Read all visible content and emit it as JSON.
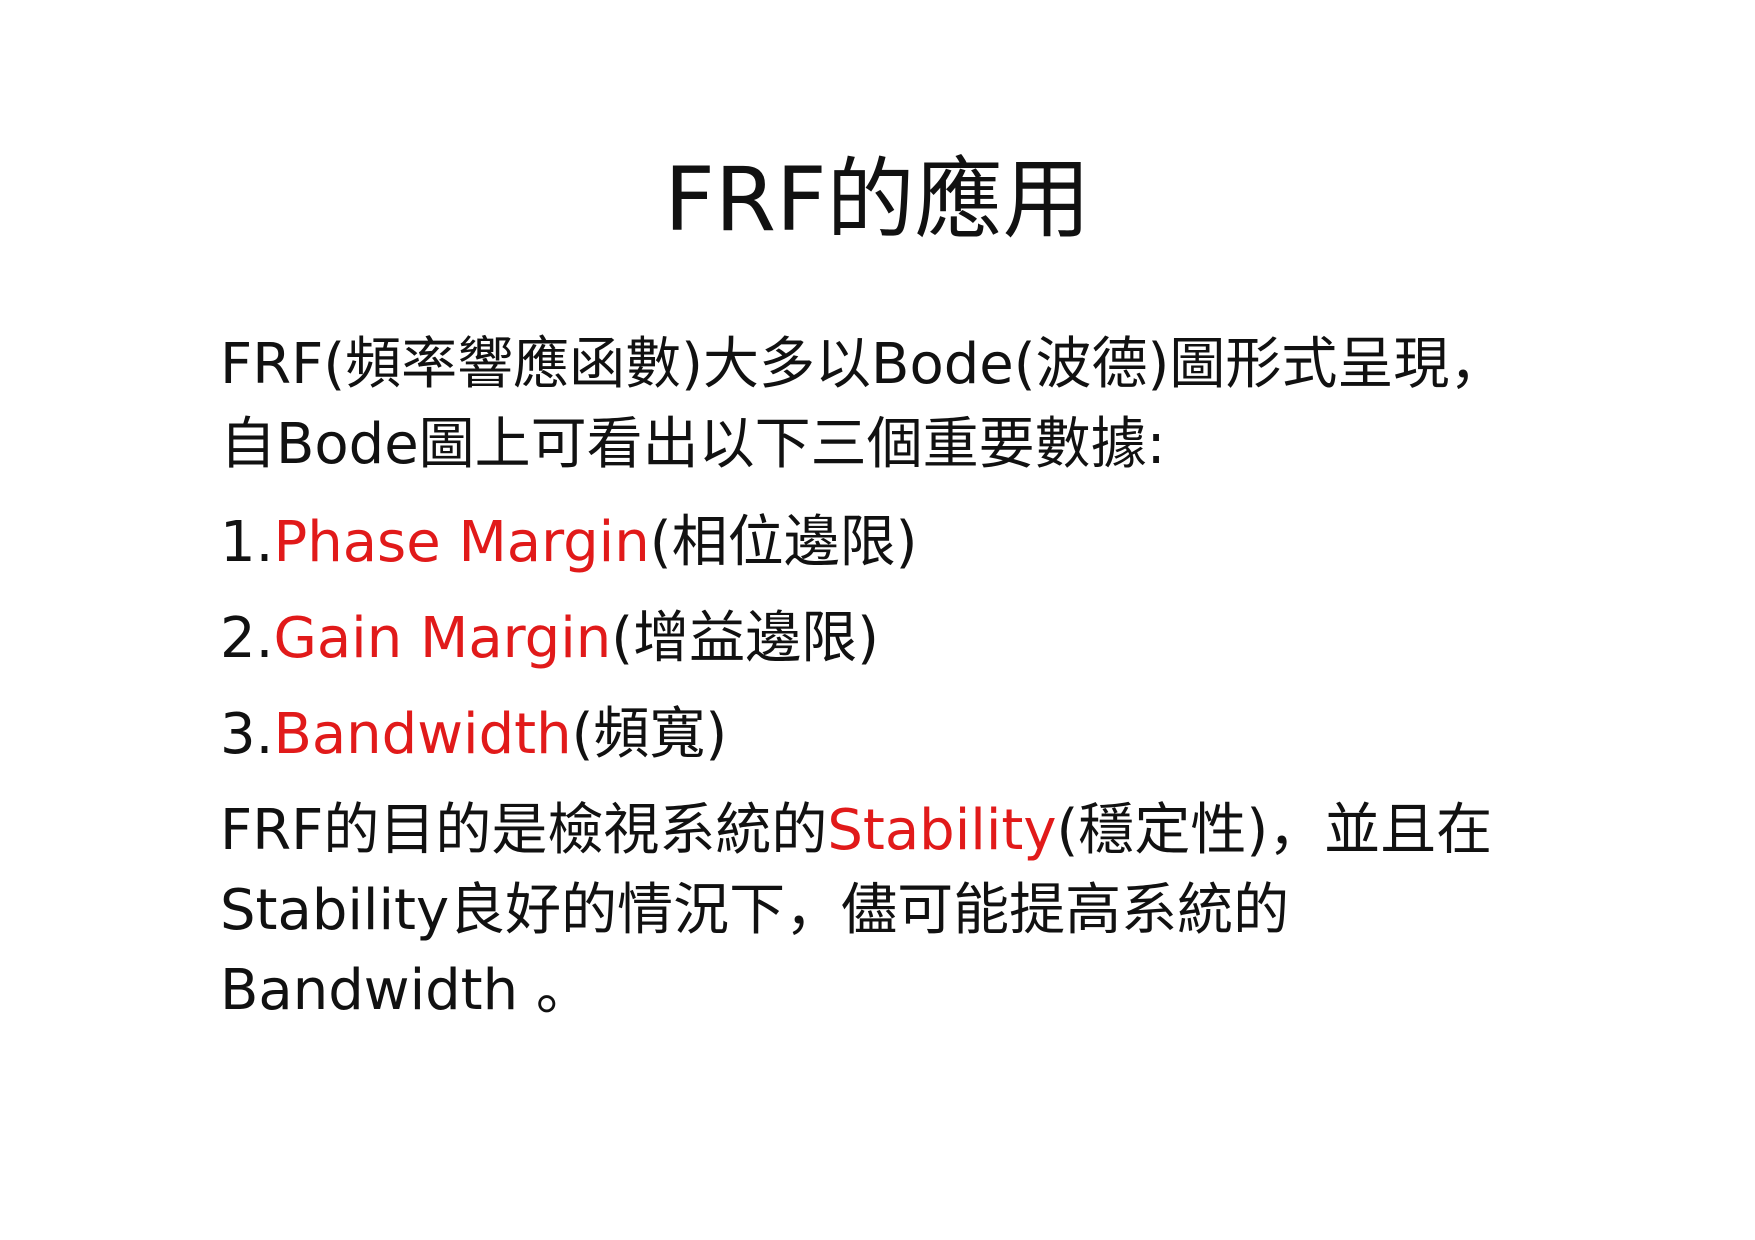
{
  "title": "FRF的應用",
  "intro": "FRF(頻率響應函數)大多以Bode(波德)圖形式呈現，自Bode圖上可看出以下三個重要數據:",
  "items": [
    {
      "num": "1.",
      "term": "Phase Margin",
      "gloss": "(相位邊限)"
    },
    {
      "num": "2.",
      "term": "Gain Margin",
      "gloss": "(增益邊限)"
    },
    {
      "num": "3.",
      "term": "Bandwidth",
      "gloss": "(頻寬)"
    }
  ],
  "conclusion": {
    "pre": "FRF的目的是檢視系統的",
    "term": "Stability",
    "post": "(穩定性)，並且在Stability良好的情況下，儘可能提高系統的Bandwidth 。"
  },
  "colors": {
    "text": "#111111",
    "highlight": "#e11a1a"
  }
}
